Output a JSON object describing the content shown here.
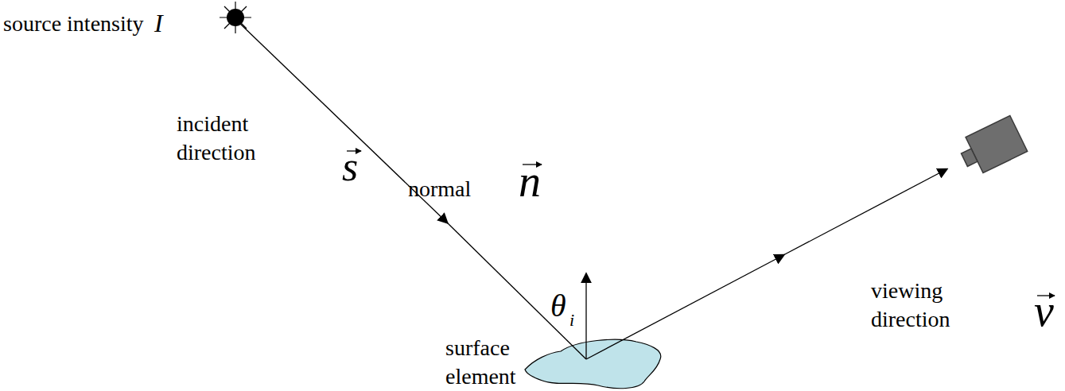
{
  "diagram": {
    "labels": [
      "source intensity",
      "I",
      "incident direction",
      "s",
      "normal",
      "n",
      "θ",
      "i",
      "viewing direction",
      "v",
      "surface element"
    ]
  }
}
